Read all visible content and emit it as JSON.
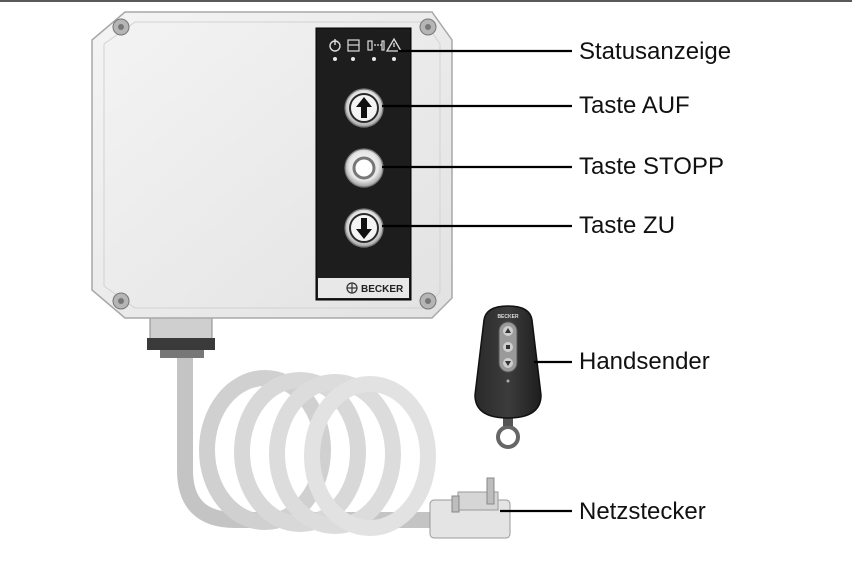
{
  "labels": [
    {
      "id": "statusanzeige",
      "text": "Statusanzeige"
    },
    {
      "id": "taste-auf",
      "text": "Taste AUF"
    },
    {
      "id": "taste-stopp",
      "text": "Taste STOPP"
    },
    {
      "id": "taste-zu",
      "text": "Taste ZU"
    },
    {
      "id": "handsender",
      "text": "Handsender"
    },
    {
      "id": "netzstecker",
      "text": "Netzstecker"
    }
  ],
  "device": {
    "brand": "BECKER",
    "remote_brand": "BECKER",
    "status_icons": [
      "power-icon",
      "motor-icon",
      "sensor-icon",
      "warning-icon"
    ]
  },
  "colors": {
    "housing": "#ececec",
    "panel": "#1d1d1d",
    "cable": "#cccccc",
    "line": "#000000"
  }
}
